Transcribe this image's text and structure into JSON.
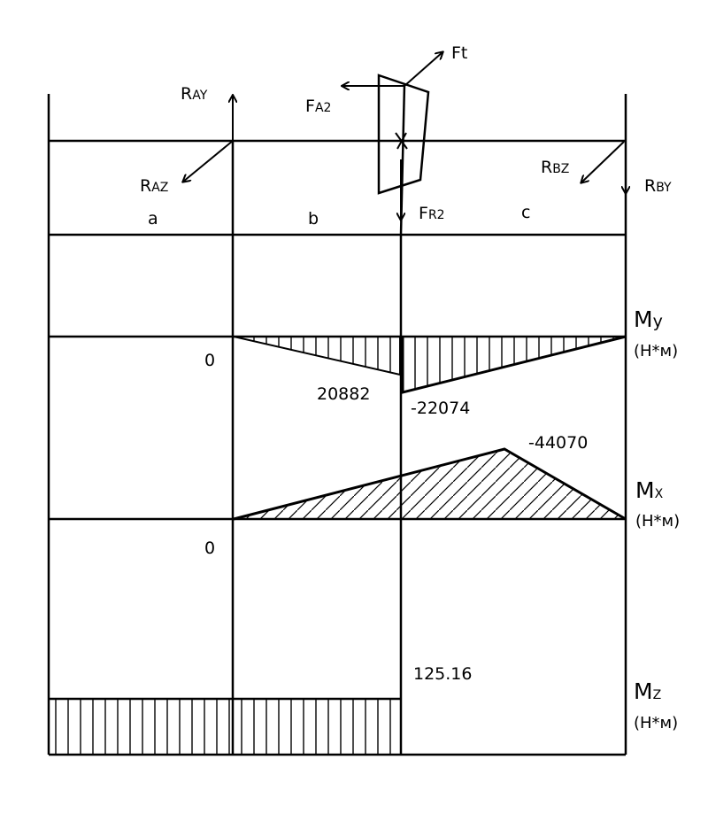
{
  "forces": {
    "ray": {
      "main": "R",
      "sub": "AY"
    },
    "raz": {
      "main": "R",
      "sub": "AZ"
    },
    "fa2": {
      "main": "F",
      "sub": "A2"
    },
    "ft": {
      "main": "Ft",
      "sub": ""
    },
    "fr2": {
      "main": "F",
      "sub": "R2"
    },
    "rbz": {
      "main": "R",
      "sub": "BZ"
    },
    "rby": {
      "main": "R",
      "sub": "BY"
    }
  },
  "segments": {
    "a": "a",
    "b": "b",
    "c": "c"
  },
  "diagrams": {
    "my": {
      "sym": "M",
      "sub": "y",
      "unit": "(H*м)",
      "zero": "0",
      "val1": "20882",
      "val2": "-22074"
    },
    "mx": {
      "sym": "M",
      "sub": "X",
      "unit": "(H*м)",
      "zero": "0",
      "val1": "-44070"
    },
    "mz": {
      "sym": "M",
      "sub": "Z",
      "unit": "(H*м)",
      "val1": "125.16"
    }
  }
}
